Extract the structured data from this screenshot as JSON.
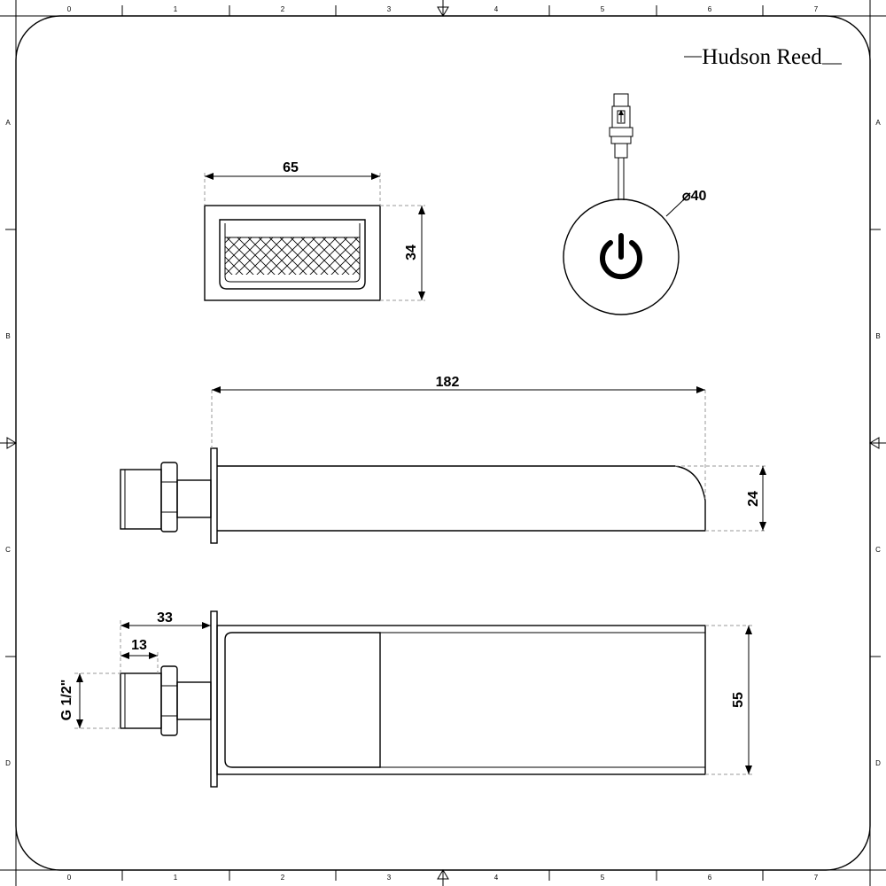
{
  "brand": {
    "name": "Hudson Reed"
  },
  "ruler": {
    "columns": [
      "0",
      "1",
      "2",
      "3",
      "4",
      "5",
      "6",
      "7"
    ],
    "rows": [
      "A",
      "B",
      "C",
      "D"
    ]
  },
  "dimensions": {
    "panel_width": "65",
    "panel_height": "34",
    "button_diameter": "⌀40",
    "spout_length": "182",
    "spout_height": "24",
    "inlet_depth": "33",
    "thread_length": "13",
    "thread_size": "G 1/2\"",
    "spout_width": "55"
  },
  "icons": {
    "power": "power-icon",
    "usb_plug": "usb-plug-icon"
  }
}
